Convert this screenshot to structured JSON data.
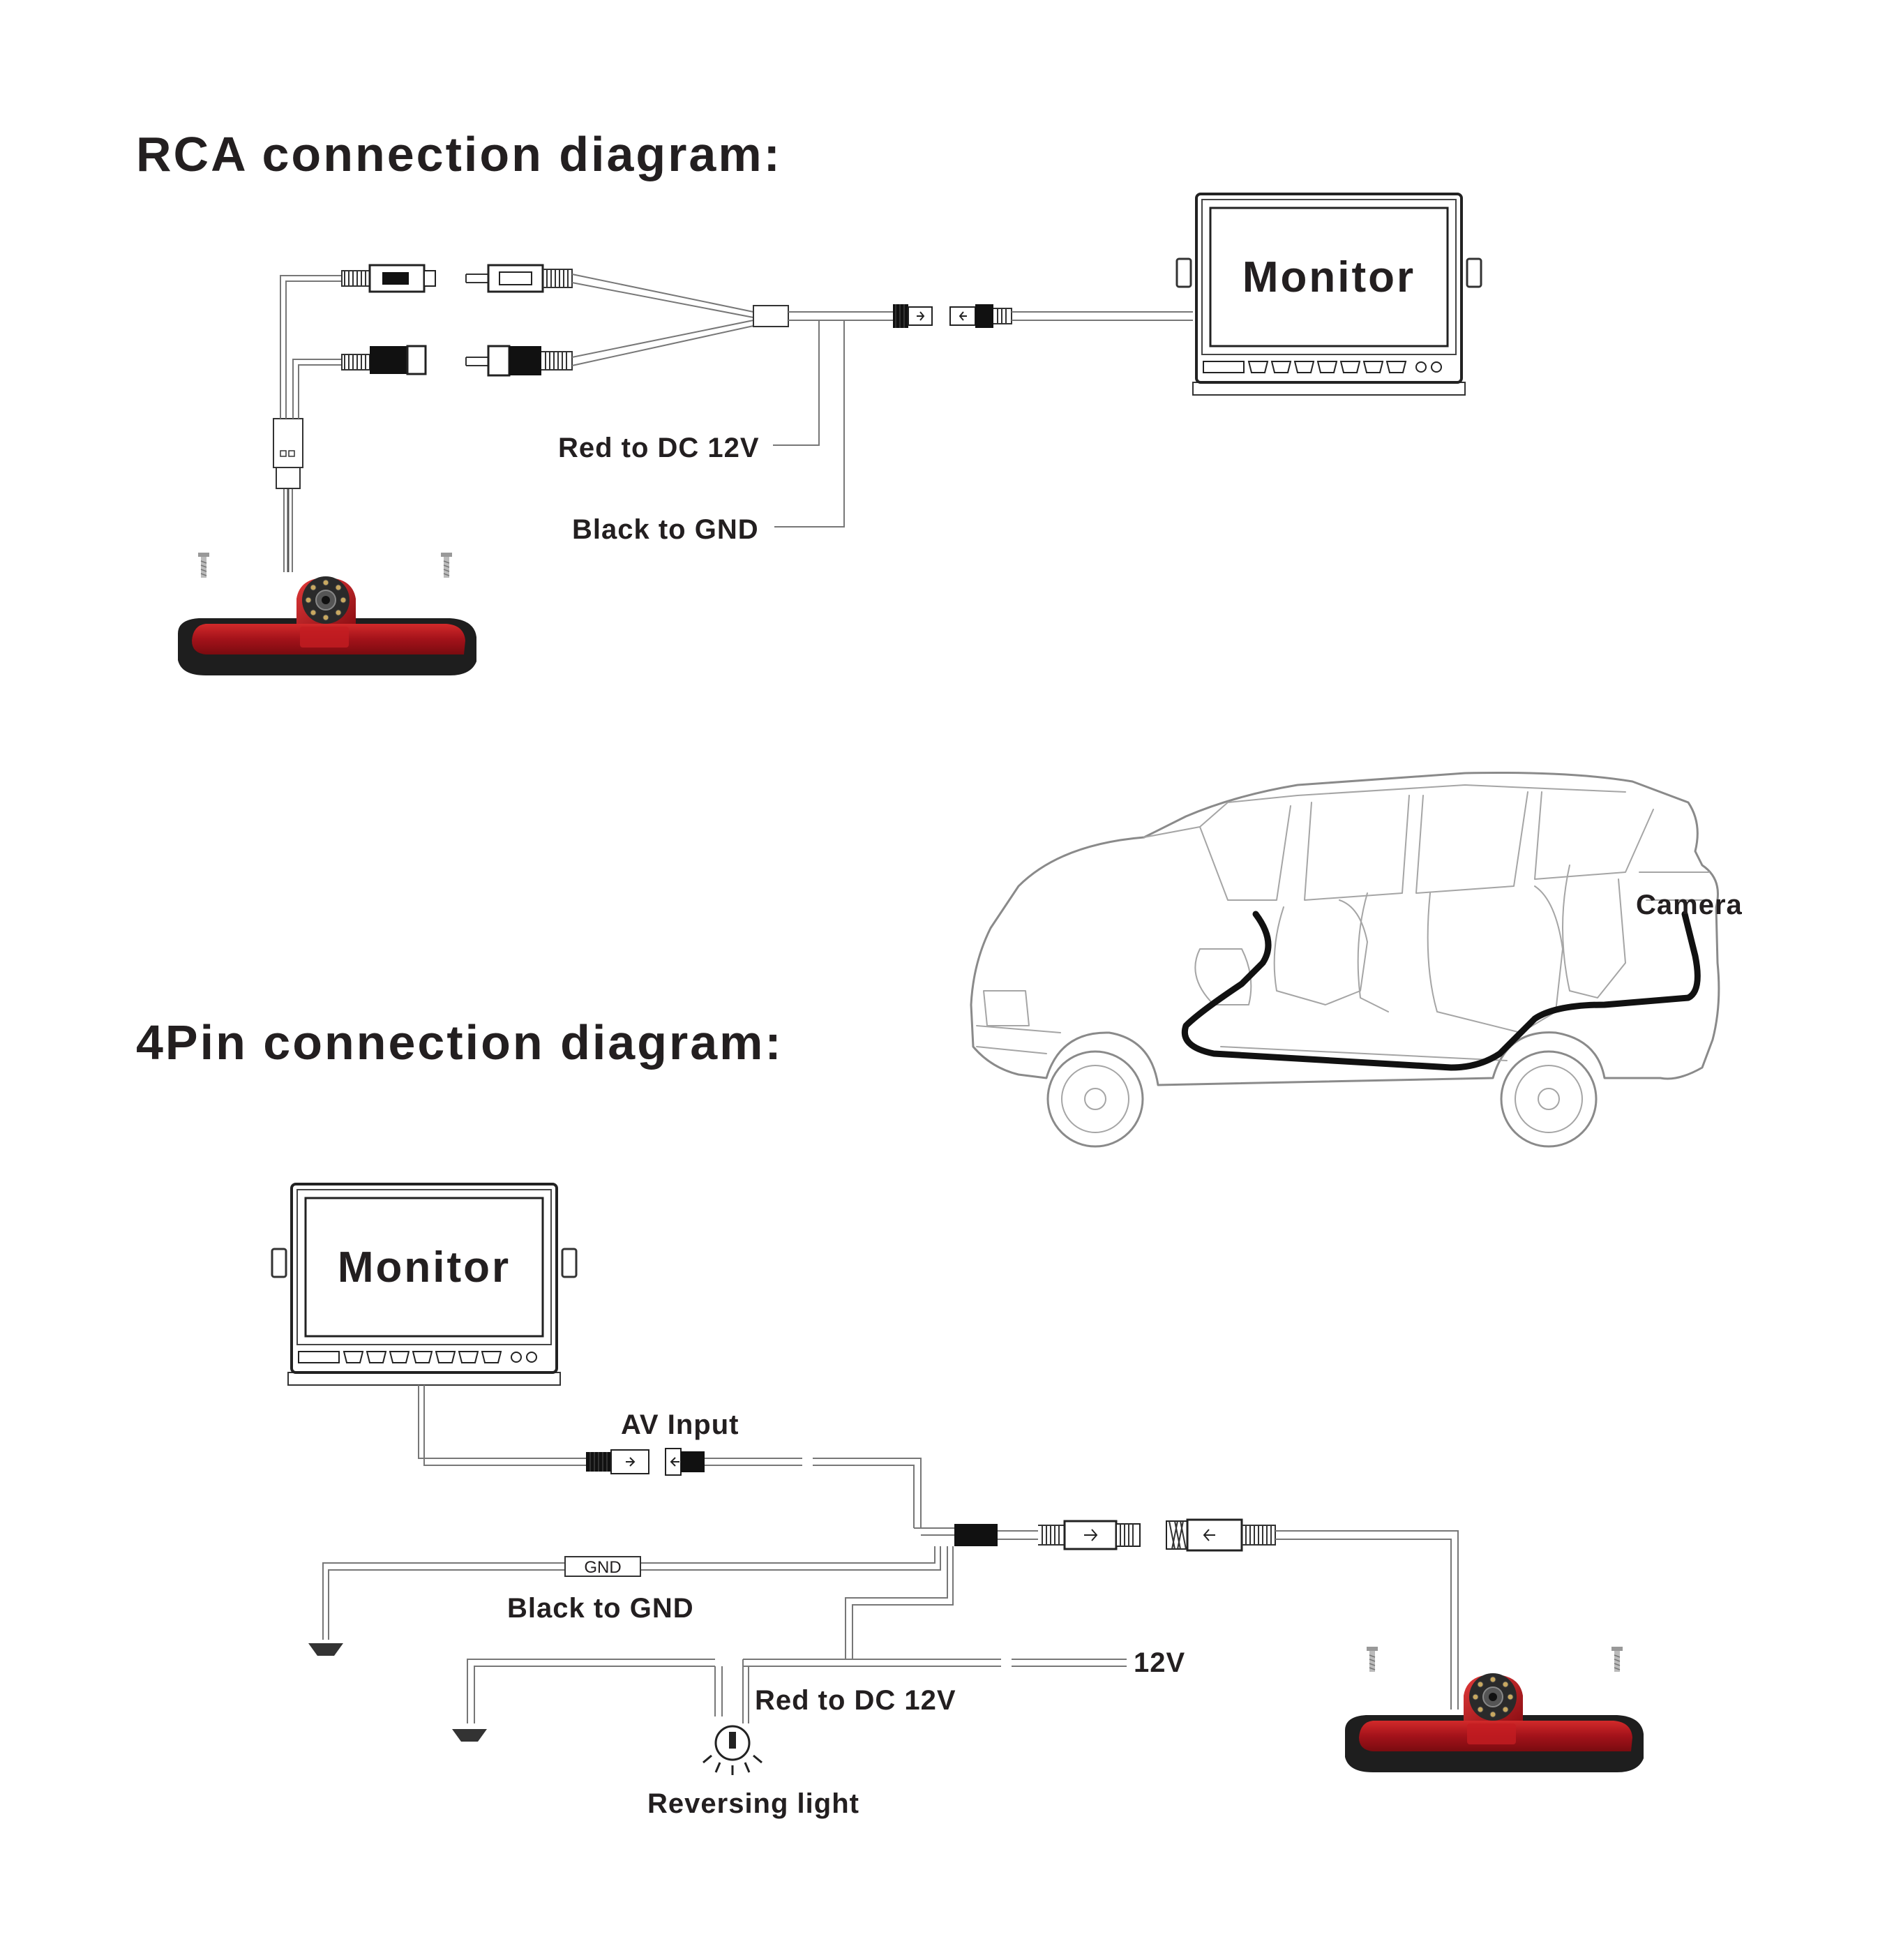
{
  "rca_section": {
    "title": "RCA connection diagram:",
    "monitor_label": "Monitor",
    "red_label": "Red to DC 12V",
    "black_label": "Black to GND"
  },
  "car_section": {
    "camera_label": "Camera"
  },
  "pin4_section": {
    "title": "4Pin connection diagram:",
    "monitor_label": "Monitor",
    "av_input_label": "AV Input",
    "gnd_tag": "GND",
    "black_label": "Black to GND",
    "voltage_label": "12V",
    "red_label": "Red to DC 12V",
    "reversing_label": "Reversing light"
  },
  "colors": {
    "camera_red": "#b3161b",
    "camera_body": "#1e1e1e",
    "wire": "#555555",
    "text": "#231f20"
  }
}
